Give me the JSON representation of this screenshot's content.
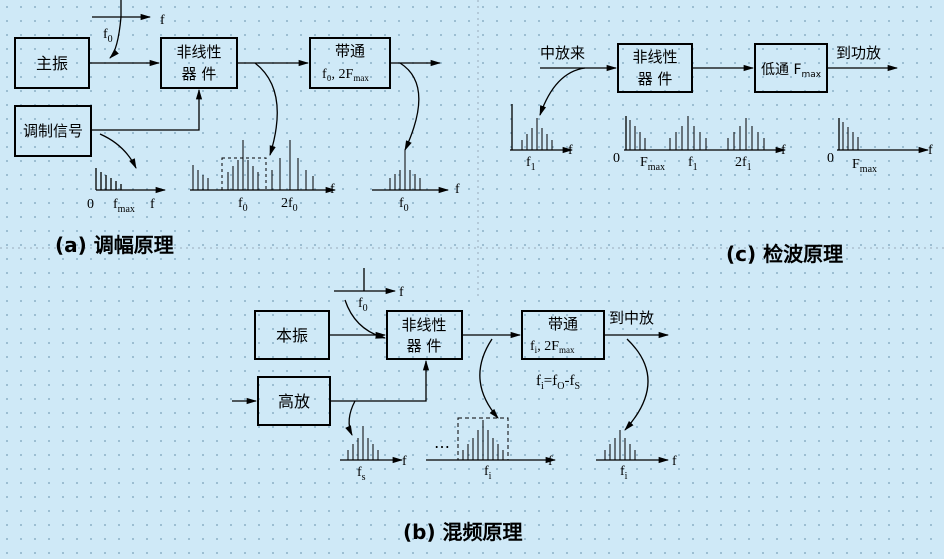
{
  "panel_a": {
    "caption": "(a) 调幅原理",
    "box_oscillator": "主振",
    "box_nonlinear_1": "非线性",
    "box_nonlinear_2": "器    件",
    "box_bandpass_1": "带通",
    "box_bandpass_2": "f₀, 2F",
    "box_bandpass_2_sub": "max",
    "box_signal": "调制信号",
    "top_f0": "f",
    "top_f0_sub": "0",
    "top_f": "f",
    "sig_zero": "0",
    "sig_fmax": "f",
    "sig_fmax_sub": "max",
    "sig_f": "f",
    "mid_f0": "f",
    "mid_f0_sub": "0",
    "mid_2f0": "2f",
    "mid_2f0_sub": "0",
    "mid_f": "f",
    "out_f0": "f",
    "out_f0_sub": "0",
    "out_f": "f"
  },
  "panel_b": {
    "caption": "(b)  混频原理",
    "box_local": "本振",
    "box_rf": "高放",
    "box_nonlinear_1": "非线性",
    "box_nonlinear_2": "器    件",
    "box_bandpass_1": "带通",
    "box_bandpass_2": "f",
    "box_bandpass_2_sub": "i",
    "box_bandpass_3": ", 2F",
    "box_bandpass_3_sub": "max",
    "output_label": "到中放",
    "formula_fi": "f",
    "formula_fi_sub": "i",
    "formula_eq": "=f",
    "formula_fo_sub": "O",
    "formula_minus": "-f",
    "formula_fs_sub": "S",
    "top_f0": "f",
    "top_f0_sub": "0",
    "top_f": "f",
    "rf_fs": "f",
    "rf_fs_sub": "s",
    "rf_f": "f",
    "mid_ellipsis": "…",
    "mid_fi": "f",
    "mid_fi_sub": "i",
    "mid_f": "f",
    "out_fi": "f",
    "out_fi_sub": "i",
    "out_f": "f"
  },
  "panel_c": {
    "caption": "(c)  检波原理",
    "input_label": "中放来",
    "box_nonlinear_1": "非线性",
    "box_nonlinear_2": "器    件",
    "box_lowpass": "低通 F",
    "box_lowpass_sub": "max",
    "output_label": "到功放",
    "in_fi": "f",
    "in_fi_sub": "1",
    "in_f": "f",
    "mid_zero": "0",
    "mid_fmax": "F",
    "mid_fmax_sub": "max",
    "mid_f1": "f",
    "mid_f1_sub": "1",
    "mid_2f1": "2f",
    "mid_2f1_sub": "1",
    "mid_f": "f",
    "out_zero": "0",
    "out_fmax": "F",
    "out_fmax_sub": "max",
    "out_f": "f"
  }
}
